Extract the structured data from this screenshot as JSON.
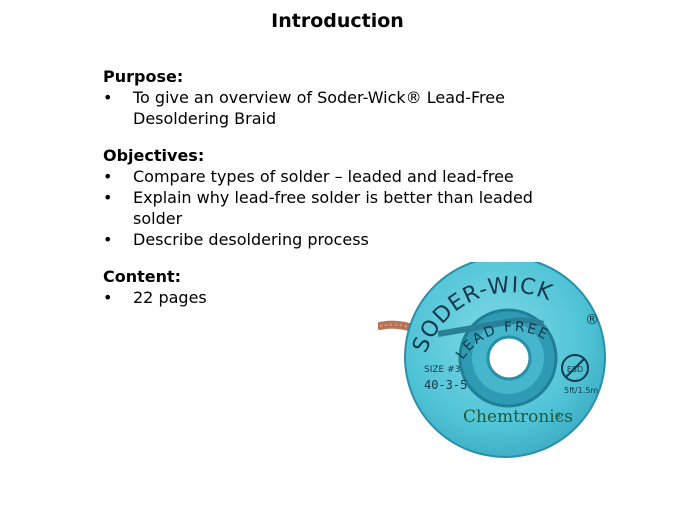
{
  "slide": {
    "title": "Introduction"
  },
  "sections": [
    {
      "heading": "Purpose:",
      "bullets": [
        "To give an overview of Soder-Wick® Lead-Free Desoldering Braid"
      ]
    },
    {
      "heading": "Objectives:",
      "bullets": [
        "Compare types of solder – leaded and lead-free",
        "Explain why lead-free solder is better than leaded solder",
        "Describe desoldering process"
      ]
    },
    {
      "heading": "Content:",
      "bullets": [
        "22 pages"
      ]
    }
  ],
  "product_image": {
    "brand_text": "SODER-WICK",
    "sub_text": "LEAD FREE",
    "size_text": "SIZE #3",
    "part_number": "40-3-5",
    "length_text": "5ft/1.5m",
    "badge_text": "ESD",
    "maker_text": "Chemtronics",
    "reel_color": "#4fc3d6",
    "reel_dark": "#2a8fa8",
    "braid_color": "#b87355",
    "text_color": "#123a4a"
  }
}
